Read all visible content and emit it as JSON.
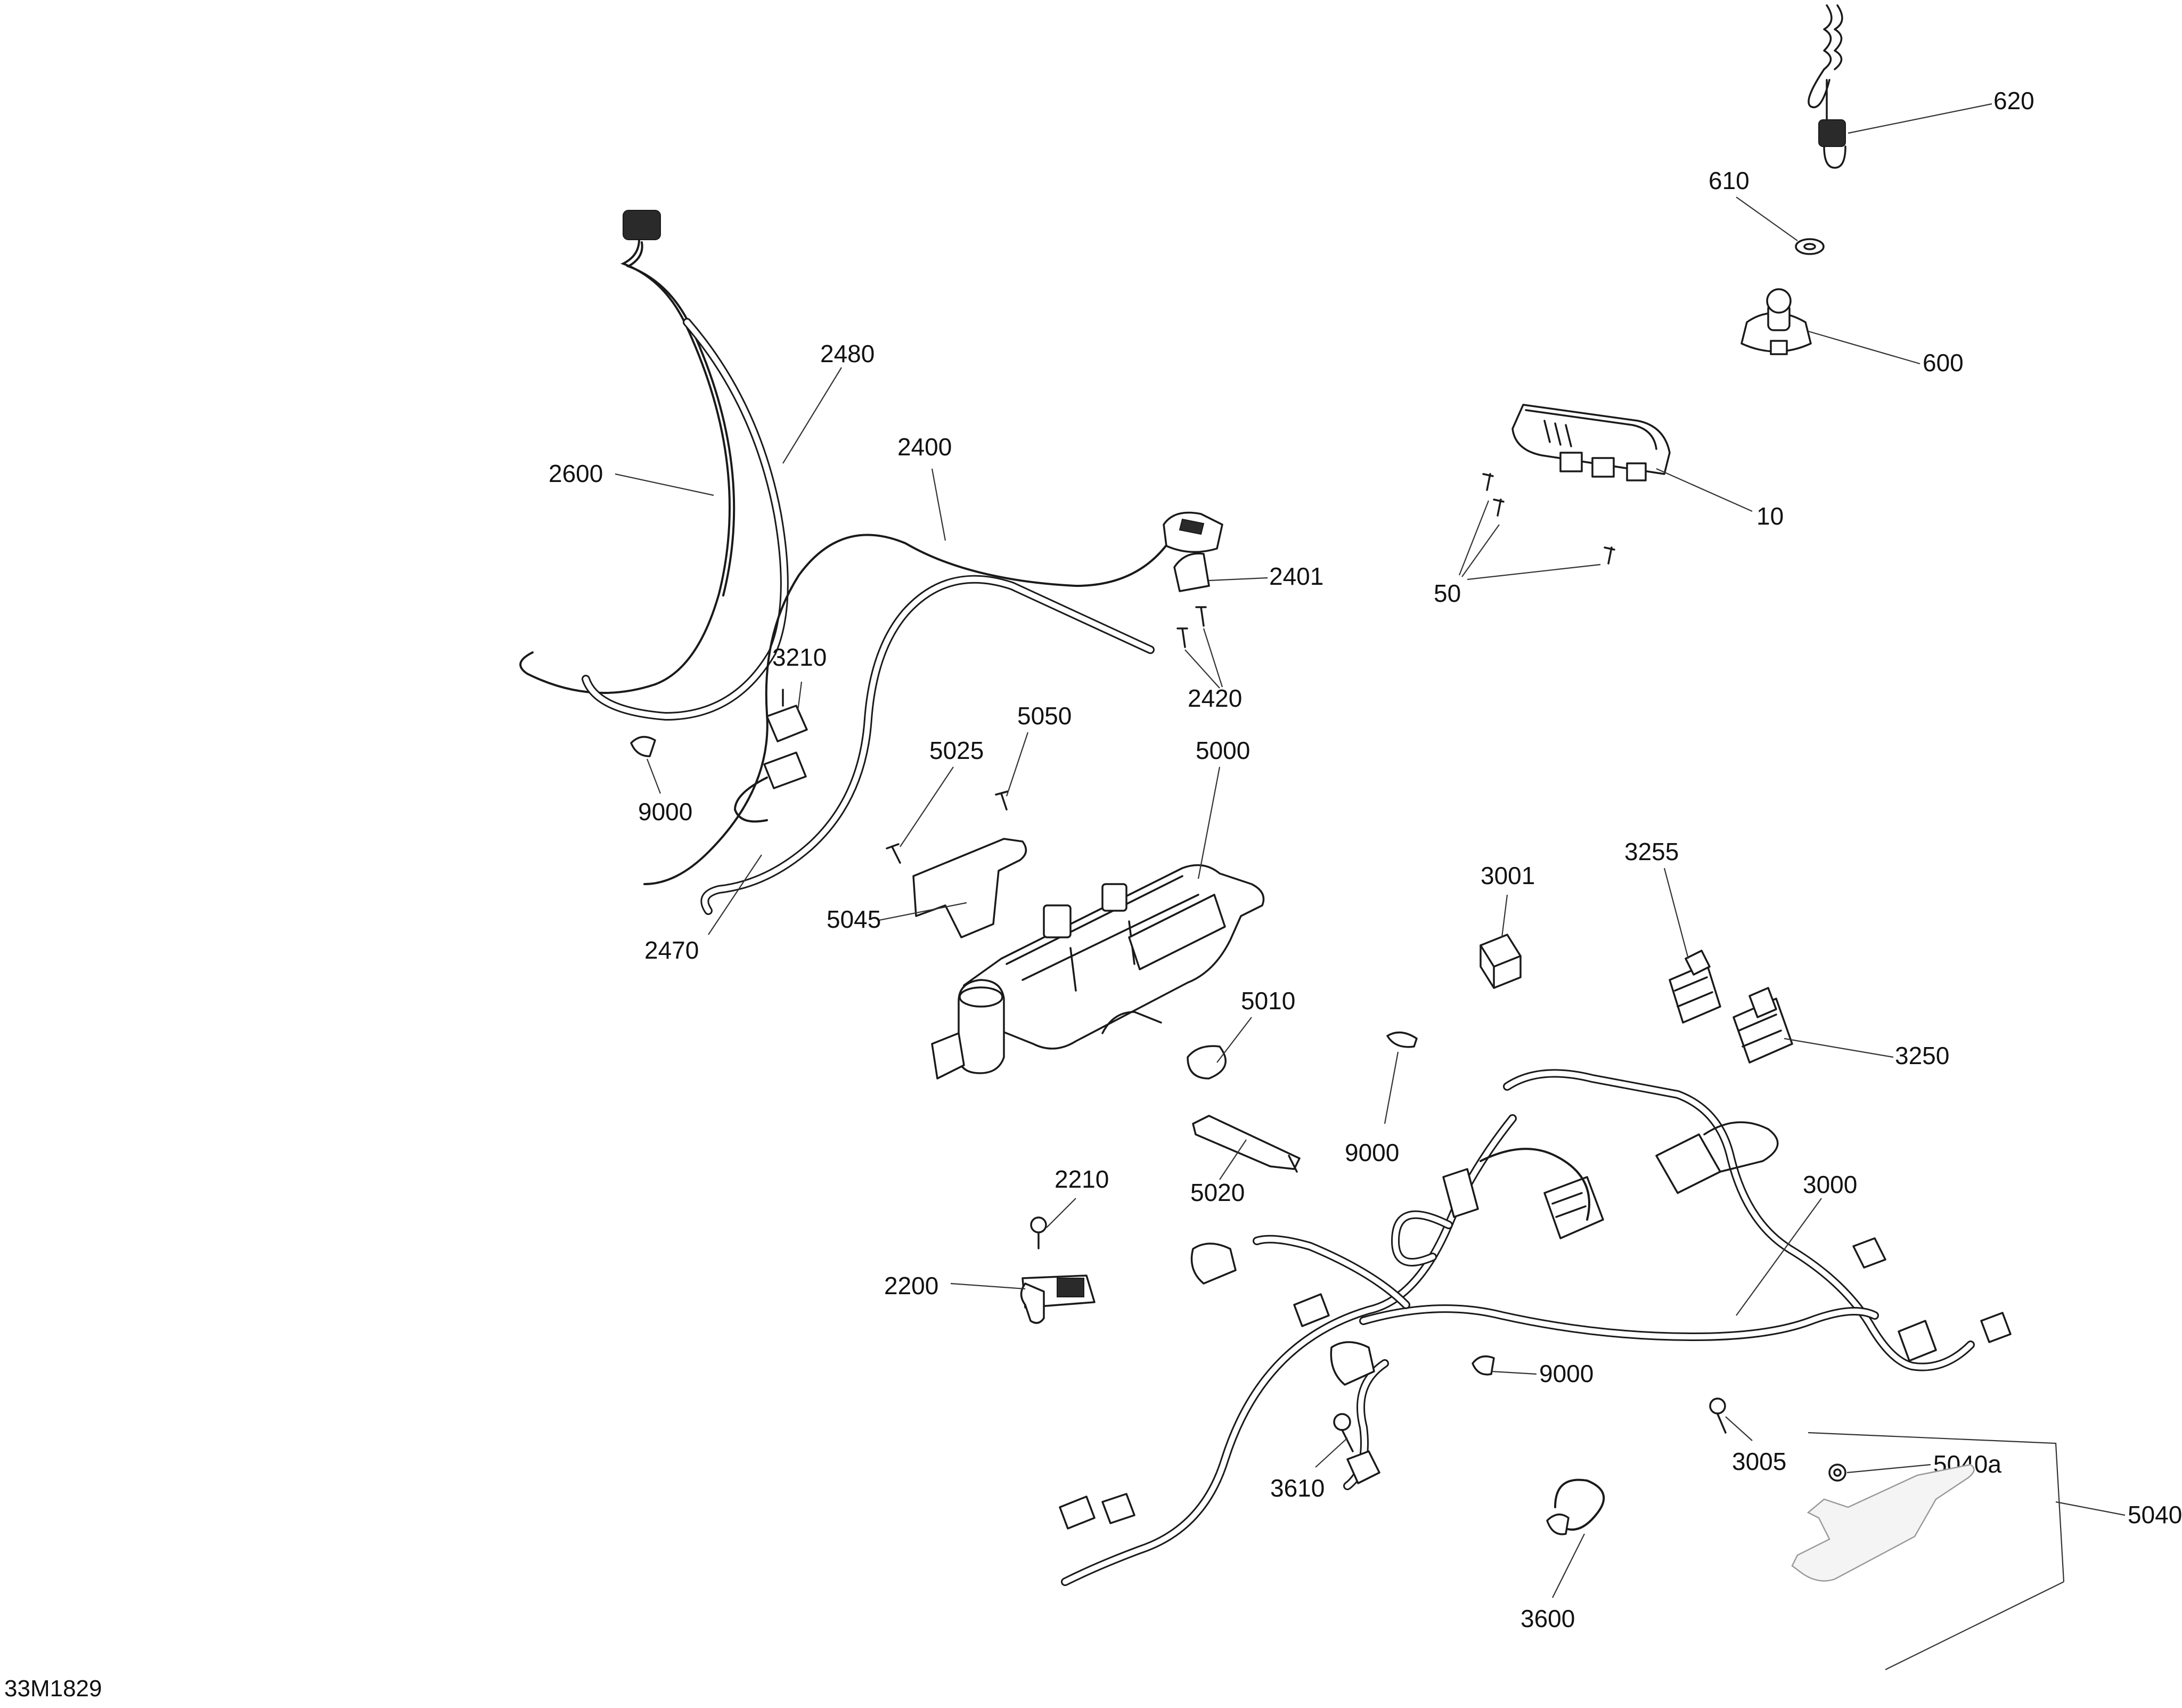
{
  "drawing_code": "33M1829",
  "callouts": {
    "c620": "620",
    "c610": "610",
    "c600": "600",
    "c10": "10",
    "c50": "50",
    "c2480": "2480",
    "c2600": "2600",
    "c2400": "2400",
    "c2401": "2401",
    "c2420": "2420",
    "c3210": "3210",
    "c9000_a": "9000",
    "c5050": "5050",
    "c5025": "5025",
    "c5000": "5000",
    "c5045": "5045",
    "c2470": "2470",
    "c3001": "3001",
    "c3255": "3255",
    "c3250": "3250",
    "c5010": "5010",
    "c9000_b": "9000",
    "c5020": "5020",
    "c3000": "3000",
    "c2210": "2210",
    "c2200": "2200",
    "c9000_c": "9000",
    "c3005": "3005",
    "c5040a": "5040a",
    "c5040": "5040",
    "c3610": "3610",
    "c3600": "3600"
  }
}
